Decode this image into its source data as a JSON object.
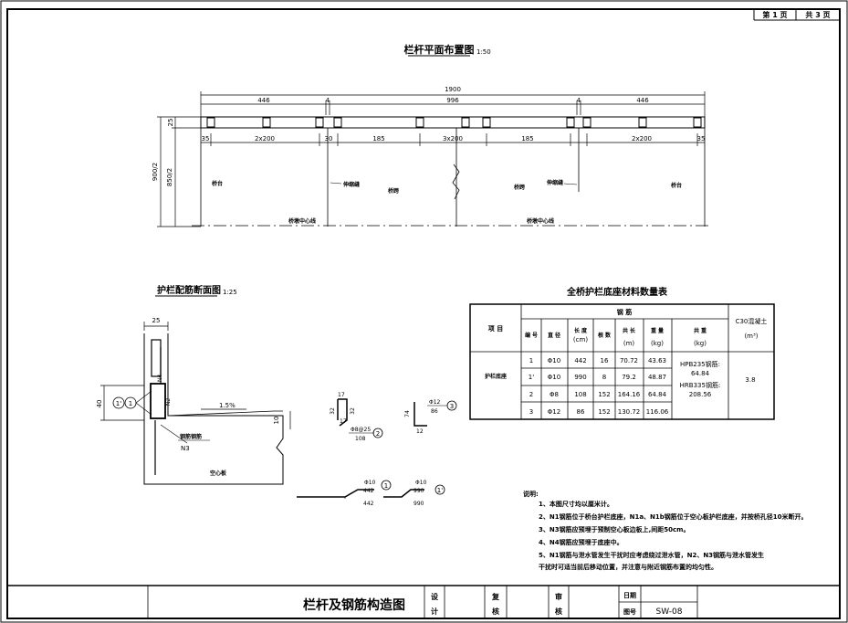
{
  "page_counter": {
    "page_label": "第 1 页",
    "total_label": "共 3 页"
  },
  "plan": {
    "title": "栏杆平面布置图",
    "scale": "1:50",
    "total_dim": "1900",
    "seg_dims": [
      "446",
      "4",
      "996",
      "4",
      "446"
    ],
    "lower_dims": [
      "35",
      "2x200",
      "30",
      "185",
      "3x200",
      "185",
      "2x200",
      "35"
    ],
    "left_dims": [
      "25",
      "900/2",
      "850/2"
    ],
    "labels": {
      "bridge_left": "桥台",
      "bridge_right": "桥台",
      "seam_left": "伸缩缝",
      "seam_right": "伸缩缝",
      "road": "桥跨",
      "road2": "桥跨",
      "center_left": "桥墩中心线",
      "center_right": "桥墩中心线"
    }
  },
  "section": {
    "title": "护栏配筋断面图",
    "scale": "1:25",
    "dims": {
      "top": "25",
      "left": "40",
      "right_h": "10",
      "slope": "1.5%"
    },
    "labels": {
      "n4": "N4",
      "n2": "N2",
      "n3": "N3",
      "mesh": "钢筋钢筋",
      "slab": "空心板"
    },
    "callouts": {
      "c1p": "1'",
      "c1": "1",
      "c2": "2",
      "c3": "3"
    }
  },
  "details": {
    "hook": {
      "dim_a": "17",
      "dim_b": "32",
      "dim_c": "32",
      "dim_d": "17",
      "spec": "Φ8@25",
      "len": "108",
      "ref": "2"
    },
    "bar3": {
      "spec": "Φ12",
      "len": "86",
      "h": "74",
      "w": "12",
      "ref": "3"
    },
    "bar1": {
      "spec": "Φ10",
      "len": "442",
      "total": "442",
      "ref": "1"
    },
    "bar1p": {
      "spec": "Φ10",
      "len": "990",
      "total": "990",
      "ref": "1'"
    }
  },
  "table": {
    "title": "全桥护栏底座材料数量表",
    "h_item": "项 目",
    "h_steel": "钢 筋",
    "h_c30": "C30混凝土",
    "h_c30_unit": "(m³)",
    "cols": [
      "编 号",
      "直 径",
      "长 度",
      "根 数",
      "共 长",
      "重 量",
      "共 重"
    ],
    "units": [
      "",
      "",
      "(cm)",
      "",
      "(m)",
      "(kg)",
      "(kg)"
    ],
    "item_name": "护栏底座",
    "rows": [
      {
        "no": "1",
        "dia": "Φ10",
        "len": "442",
        "count": "16",
        "total_len": "70.72",
        "weight": "43.63"
      },
      {
        "no": "1'",
        "dia": "Φ10",
        "len": "990",
        "count": "8",
        "total_len": "79.2",
        "weight": "48.87"
      },
      {
        "no": "2",
        "dia": "Φ8",
        "len": "108",
        "count": "152",
        "total_len": "164.16",
        "weight": "64.84"
      },
      {
        "no": "3",
        "dia": "Φ12",
        "len": "86",
        "count": "152",
        "total_len": "130.72",
        "weight": "116.06"
      }
    ],
    "sum_hpb": "HPB235钢筋:",
    "sum_hpb_val": "64.84",
    "sum_hrb": "HRB335钢筋:",
    "sum_hrb_val": "208.56",
    "c30_val": "3.8"
  },
  "notes": {
    "heading": "说明:",
    "items": [
      "1、本图尺寸均以厘米计。",
      "2、N1钢筋位于桥台护栏底座，N1a、N1b钢筋位于空心板护栏底座，并按桥孔径10米断开。",
      "3、N3钢筋应预埋于预制空心板边板上,间距50cm。",
      "4、N4钢筋应预埋于底座中。",
      "5、N1钢筋与泄水管发生干扰时应考虑绕过泄水管，N2、N3钢筋与泄水管发生",
      "干扰时可适当前后移动位置，并注意与附近钢筋布置的均匀性。"
    ]
  },
  "title_block": {
    "drawing_title": "栏杆及钢筋构造图",
    "design": [
      "设",
      "计"
    ],
    "review": [
      "复",
      "核"
    ],
    "audit": [
      "审",
      "核"
    ],
    "date_label": "日期",
    "sheet_label": "图号",
    "sheet_no": "SW-08"
  }
}
